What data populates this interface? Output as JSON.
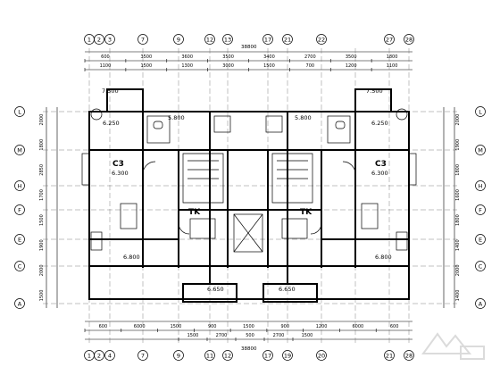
{
  "grid_top": [
    "1",
    "2",
    "3",
    "7",
    "9",
    "12",
    "13",
    "17",
    "21",
    "22",
    "27",
    "28"
  ],
  "grid_bottom": [
    "1",
    "2",
    "4",
    "7",
    "9",
    "11",
    "12",
    "17",
    "19",
    "20",
    "21",
    "28"
  ],
  "grid_left": [
    "L",
    "M",
    "H",
    "F",
    "E",
    "C",
    "A"
  ],
  "grid_right": [
    "L",
    "M",
    "H",
    "F",
    "E",
    "C",
    "A"
  ],
  "top_total": "38800",
  "bottom_total": "38800",
  "top_row1": [
    "600",
    "3500",
    "3600",
    "3500",
    "3400",
    "2700",
    "3500",
    "1800"
  ],
  "top_row2": [
    "1100",
    "1500",
    "1300",
    "3000",
    "1500",
    "700",
    "1200",
    "1100"
  ],
  "bottom_row1": [
    "600",
    "6000",
    "1500",
    "900",
    "1500",
    "900",
    "1200",
    "6000",
    "600"
  ],
  "bottom_row2": [
    "1500",
    "2700",
    "500",
    "2700",
    "1500"
  ],
  "left_dims": [
    "2000",
    "1800",
    "2850",
    "1700",
    "1500",
    "1900",
    "2000",
    "1500"
  ],
  "right_dims": [
    "2000",
    "1900",
    "1800",
    "1600",
    "1800",
    "1400",
    "2000",
    "1400"
  ],
  "elev": {
    "a": "7.500",
    "b": "7.500",
    "c": "5.800",
    "d": "6.250",
    "e": "6.250",
    "f": "5.800",
    "g": "6.300",
    "h": "6.300",
    "i": "6.800",
    "j": "6.800",
    "k": "6.650",
    "l": "6.650"
  },
  "room_tags": {
    "c3a": "C3",
    "c3b": "C3",
    "tk_a": "TK",
    "tk_b": "TK"
  }
}
